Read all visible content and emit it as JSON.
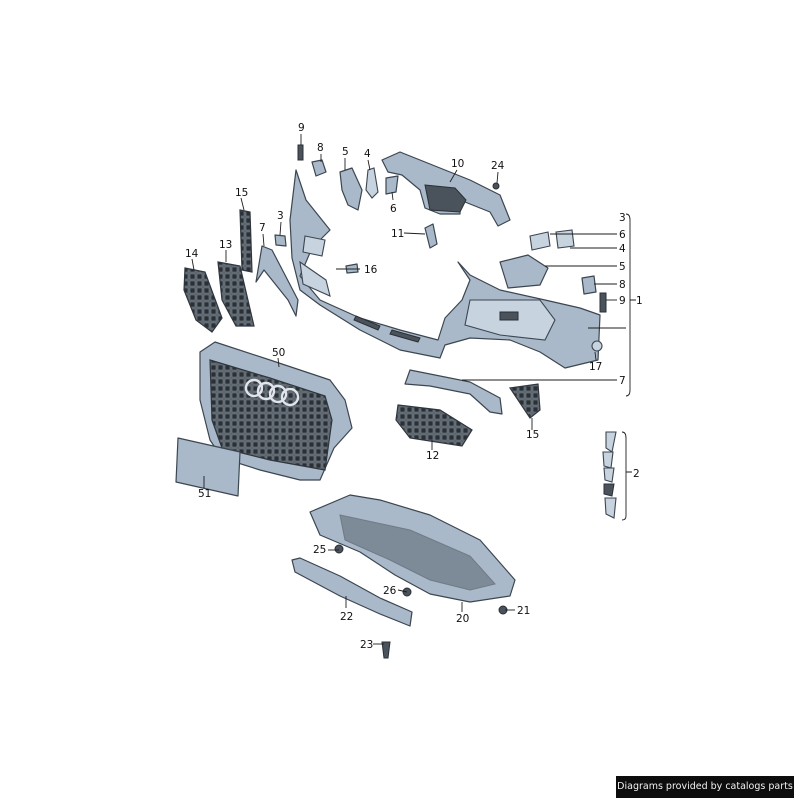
{
  "footer": {
    "credit": "Diagrams provided by catalogs parts"
  },
  "callouts": {
    "c9a": "9",
    "c8a": "8",
    "c5a": "5",
    "c4a": "4",
    "c10": "10",
    "c24": "24",
    "c6a": "6",
    "c15a": "15",
    "c3a": "3",
    "c7a": "7",
    "c13": "13",
    "c14": "14",
    "c11": "11",
    "c16": "16",
    "r3": "3",
    "r6": "6",
    "r4": "4",
    "r5": "5",
    "r8": "8",
    "r9": "9",
    "r1": "1",
    "c17": "17",
    "r7": "7",
    "c50": "50",
    "c15b": "15",
    "c12": "12",
    "c51": "51",
    "r2": "2",
    "c25": "25",
    "c26": "26",
    "c21": "21",
    "c22": "22",
    "c20": "20",
    "c23": "23"
  },
  "colors": {
    "part_fill": "#a9b9c9",
    "part_stroke": "#3c4650",
    "mesh": "#4a525b"
  }
}
